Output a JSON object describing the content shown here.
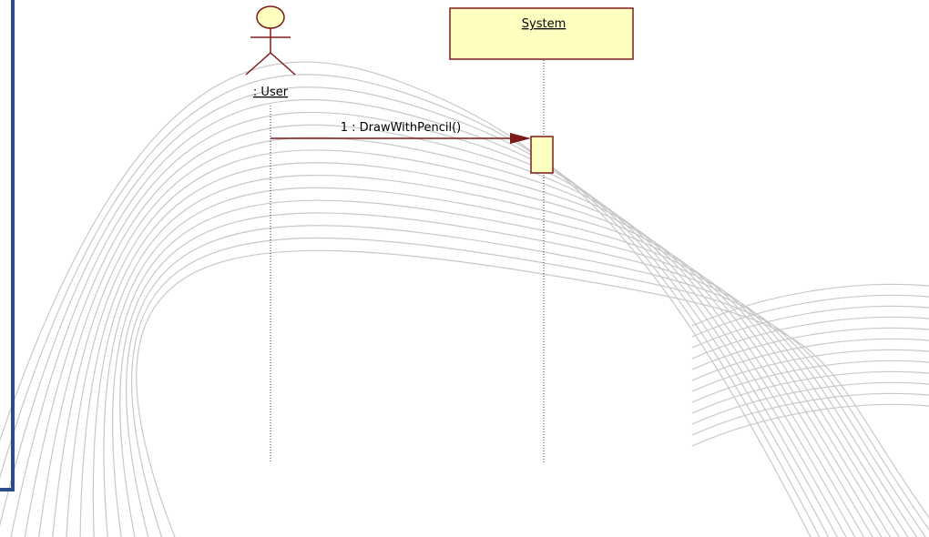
{
  "diagram": {
    "actor": {
      "name": ": User",
      "icon": "actor-stick-figure-icon"
    },
    "object": {
      "name": "System"
    },
    "messages": [
      {
        "label": "1 : DrawWithPencil()",
        "from": "actor",
        "to": "object"
      }
    ]
  },
  "colors": {
    "border": "#7b1a1a",
    "object_fill": "#ffffc0",
    "frame": "#2d4a8a",
    "wave": "#c8c8c8"
  }
}
